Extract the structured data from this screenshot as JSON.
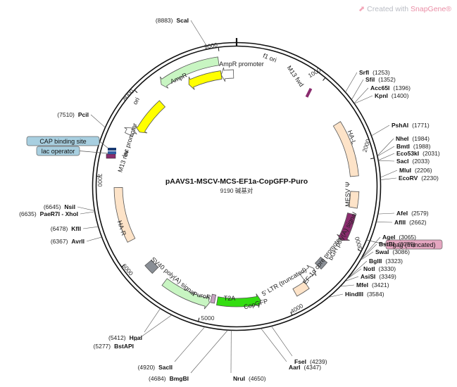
{
  "branding": {
    "prefix": "Created with",
    "name": "SnapGene",
    "reg": "®"
  },
  "plasmid": {
    "name": "pAAVS1-MSCV-MCS-EF1a-CopGFP-Puro",
    "length": 9190,
    "length_label": "9190 碱基对"
  },
  "colors": {
    "yellow": "#ffff00",
    "light_green": "#c8f5c2",
    "green": "#33dd11",
    "peach": "#fde3c8",
    "purple": "#8a2c6e",
    "gray": "#8a8f96",
    "pink": "#e4a6c0",
    "blue_label": "#a8cfe0",
    "mauve": "#c7a2c3"
  },
  "ticks": [
    "1000",
    "2000",
    "3000",
    "4000",
    "5000",
    "6000",
    "7000",
    "8000",
    "9000"
  ],
  "features": [
    {
      "label": "f1 ori",
      "color": "yellow"
    },
    {
      "label": "AmpR promoter",
      "color": "white"
    },
    {
      "label": "AmpR",
      "color": "light_green"
    },
    {
      "label": "ori",
      "color": "yellow"
    },
    {
      "label": "M13 fwd",
      "color": "purple"
    },
    {
      "label": "HA-L",
      "color": "peach"
    },
    {
      "label": "MESV Ψ",
      "color": "peach"
    },
    {
      "label": "bGH poly(A) signal",
      "color": "gray"
    },
    {
      "label": "EF-1α core promoter",
      "color": "white"
    },
    {
      "label": "5' LTR (truncated)",
      "color": "peach"
    },
    {
      "label": "CopGFP",
      "color": "green"
    },
    {
      "label": "T2A",
      "color": "mauve"
    },
    {
      "label": "PuroR",
      "color": "light_green"
    },
    {
      "label": "SV40 poly(A) signal",
      "color": "gray"
    },
    {
      "label": "HA-R",
      "color": "peach"
    },
    {
      "label": "lac promoter",
      "color": "white"
    },
    {
      "label": "M13 rev",
      "color": "purple"
    }
  ],
  "boxed_labels": [
    {
      "label": "CAP binding site",
      "color": "blue_label"
    },
    {
      "label": "lac operator",
      "color": "blue_label"
    },
    {
      "label": "gag (truncated)",
      "color": "pink"
    }
  ],
  "sites": [
    {
      "name": "ScaI",
      "pos": "(8883)"
    },
    {
      "name": "PciI",
      "pos": "(7510)"
    },
    {
      "name": "NsiI",
      "pos": "(6645)"
    },
    {
      "name": "PaeR7I - XhoI",
      "pos": "(6635)"
    },
    {
      "name": "KflI",
      "pos": "(6478)"
    },
    {
      "name": "AvrII",
      "pos": "(6367)"
    },
    {
      "name": "HpaI",
      "pos": "(5412)"
    },
    {
      "name": "BstAPI",
      "pos": "(5277)"
    },
    {
      "name": "SacII",
      "pos": "(4920)"
    },
    {
      "name": "BmgBI",
      "pos": "(4684)"
    },
    {
      "name": "NruI",
      "pos": "(4650)"
    },
    {
      "name": "AarI",
      "pos": "(4347)"
    },
    {
      "name": "FseI",
      "pos": "(4239)"
    },
    {
      "name": "HindIII",
      "pos": "(3584)"
    },
    {
      "name": "MfeI",
      "pos": "(3421)"
    },
    {
      "name": "AsiSI",
      "pos": "(3349)"
    },
    {
      "name": "NotI",
      "pos": "(3330)"
    },
    {
      "name": "BglII",
      "pos": "(3323)"
    },
    {
      "name": "SwaI",
      "pos": "(3086)"
    },
    {
      "name": "BstBI",
      "pos": "(3079)"
    },
    {
      "name": "AgeI",
      "pos": "(3065)"
    },
    {
      "name": "AflII",
      "pos": "(2662)"
    },
    {
      "name": "AfeI",
      "pos": "(2579)"
    },
    {
      "name": "EcoRV",
      "pos": "(2230)"
    },
    {
      "name": "MluI",
      "pos": "(2206)"
    },
    {
      "name": "SacI",
      "pos": "(2033)"
    },
    {
      "name": "Eco53kI",
      "pos": "(2031)"
    },
    {
      "name": "BmtI",
      "pos": "(1988)"
    },
    {
      "name": "NheI",
      "pos": "(1984)"
    },
    {
      "name": "PshAI",
      "pos": "(1771)"
    },
    {
      "name": "KpnI",
      "pos": "(1400)"
    },
    {
      "name": "Acc65I",
      "pos": "(1396)"
    },
    {
      "name": "SfiI",
      "pos": "(1352)"
    },
    {
      "name": "SrfI",
      "pos": "(1253)"
    }
  ]
}
